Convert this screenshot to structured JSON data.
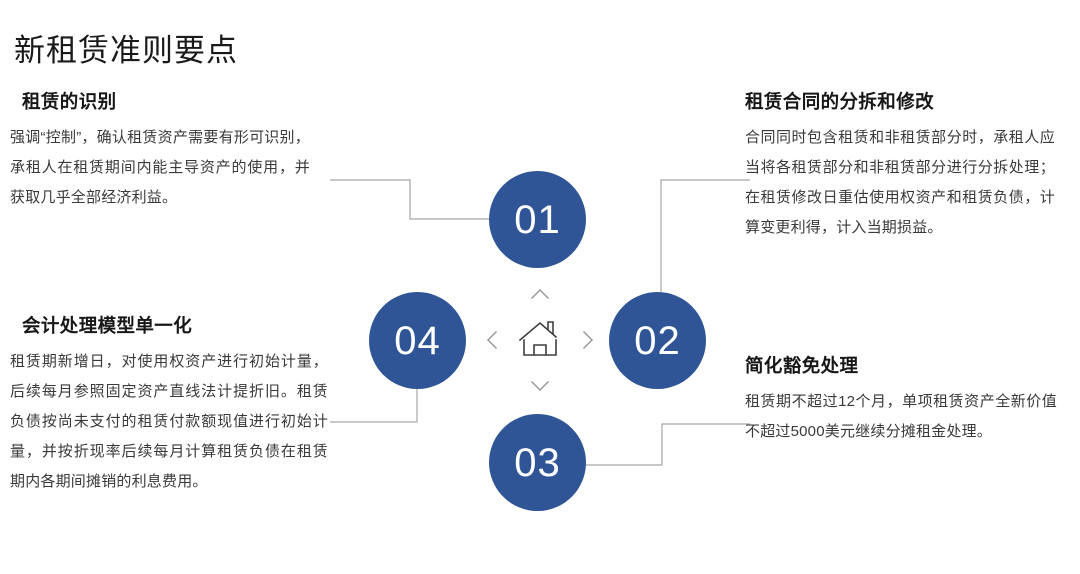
{
  "page": {
    "title": "新租赁准则要点",
    "accent_color": "#2f5597",
    "connector_color": "#a6a6a6",
    "background": "#ffffff"
  },
  "hub": {
    "center_icon": "home-icon",
    "chevrons": [
      "chevron-up-icon",
      "chevron-right-icon",
      "chevron-down-icon",
      "chevron-left-icon"
    ]
  },
  "nodes": [
    {
      "number": "01",
      "position": "top"
    },
    {
      "number": "02",
      "position": "right"
    },
    {
      "number": "03",
      "position": "bottom"
    },
    {
      "number": "04",
      "position": "left"
    }
  ],
  "blocks": {
    "b01": {
      "number": "01",
      "heading": "租赁的识别",
      "body": "强调“控制”，确认租赁资产需要有形可识别，承租人在租赁期间内能主导资产的使用，并获取几乎全部经济利益。"
    },
    "b02": {
      "number": "02",
      "heading": "租赁合同的分拆和修改",
      "body": "合同同时包含租赁和非租赁部分时，承租人应当将各租赁部分和非租赁部分进行分拆处理；在租赁修改日重估使用权资产和租赁负债，计算变更利得，计入当期损益。"
    },
    "b03": {
      "number": "03",
      "heading": "简化豁免处理",
      "body": "租赁期不超过12个月，单项租赁资产全新价值不超过5000美元继续分摊租金处理。"
    },
    "b04": {
      "number": "04",
      "heading": "会计处理模型单一化",
      "body": "租赁期新增日，对使用权资产进行初始计量，后续每月参照固定资产直线法计提折旧。租赁负债按尚未支付的租赁付款额现值进行初始计量，并按折现率后续每月计算租赁负债在租赁期内各期间摊销的利息费用。"
    }
  }
}
